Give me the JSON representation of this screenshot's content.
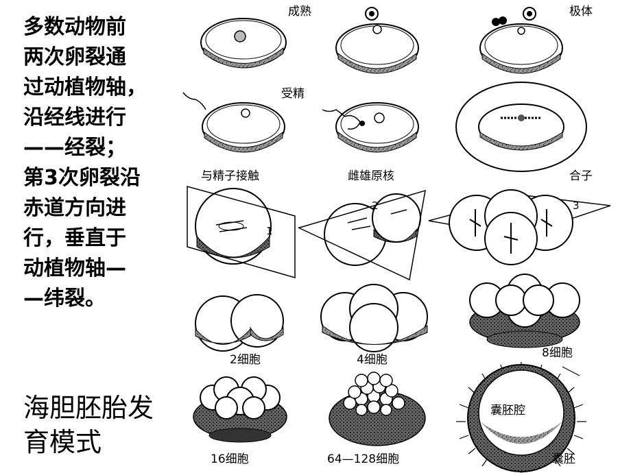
{
  "description_text": {
    "lines": [
      "多数动物前",
      "两次卵裂通",
      "过动植物轴，",
      "沿经线进行",
      "——经裂；",
      "第3次卵裂沿",
      "赤道方向进",
      "行，垂直于",
      "动植物轴—",
      "—纬裂。"
    ]
  },
  "title": {
    "lines": [
      "海胆胚胎发",
      "育模式"
    ]
  },
  "labels": {
    "mature": "成熟",
    "polar_body": "极体",
    "fertilization": "受精",
    "sperm_contact": "与精子接触",
    "pronuclei": "雌雄原核",
    "zygote": "合子",
    "cell2": "2细胞",
    "cell4": "4细胞",
    "cell8": "8细胞",
    "cell16": "16细胞",
    "cell64": "64—128细胞",
    "blastula_inner": "囊胚腔",
    "blastula": "囊胚"
  },
  "plane_numbers": [
    "1",
    "2",
    "3"
  ]
}
